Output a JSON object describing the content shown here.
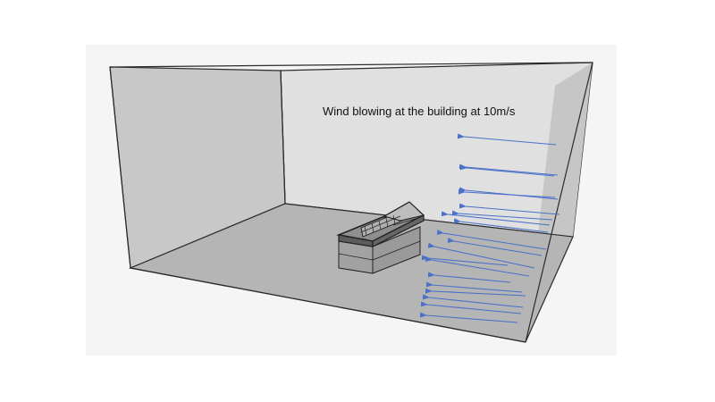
{
  "annotation": {
    "text": "Wind blowing at the building at 10m/s"
  },
  "colors": {
    "panel_background": "#f5f5f5",
    "back_wall": "#e0e0e0",
    "left_wall": "#c8c8c8",
    "right_wall": "#c6c6c6",
    "floor": "#b5b5b5",
    "edge": "#2b2b2b",
    "arrow": "#4a70c8"
  },
  "wind_arrows": {
    "count": 20,
    "direction": "right-to-left"
  }
}
